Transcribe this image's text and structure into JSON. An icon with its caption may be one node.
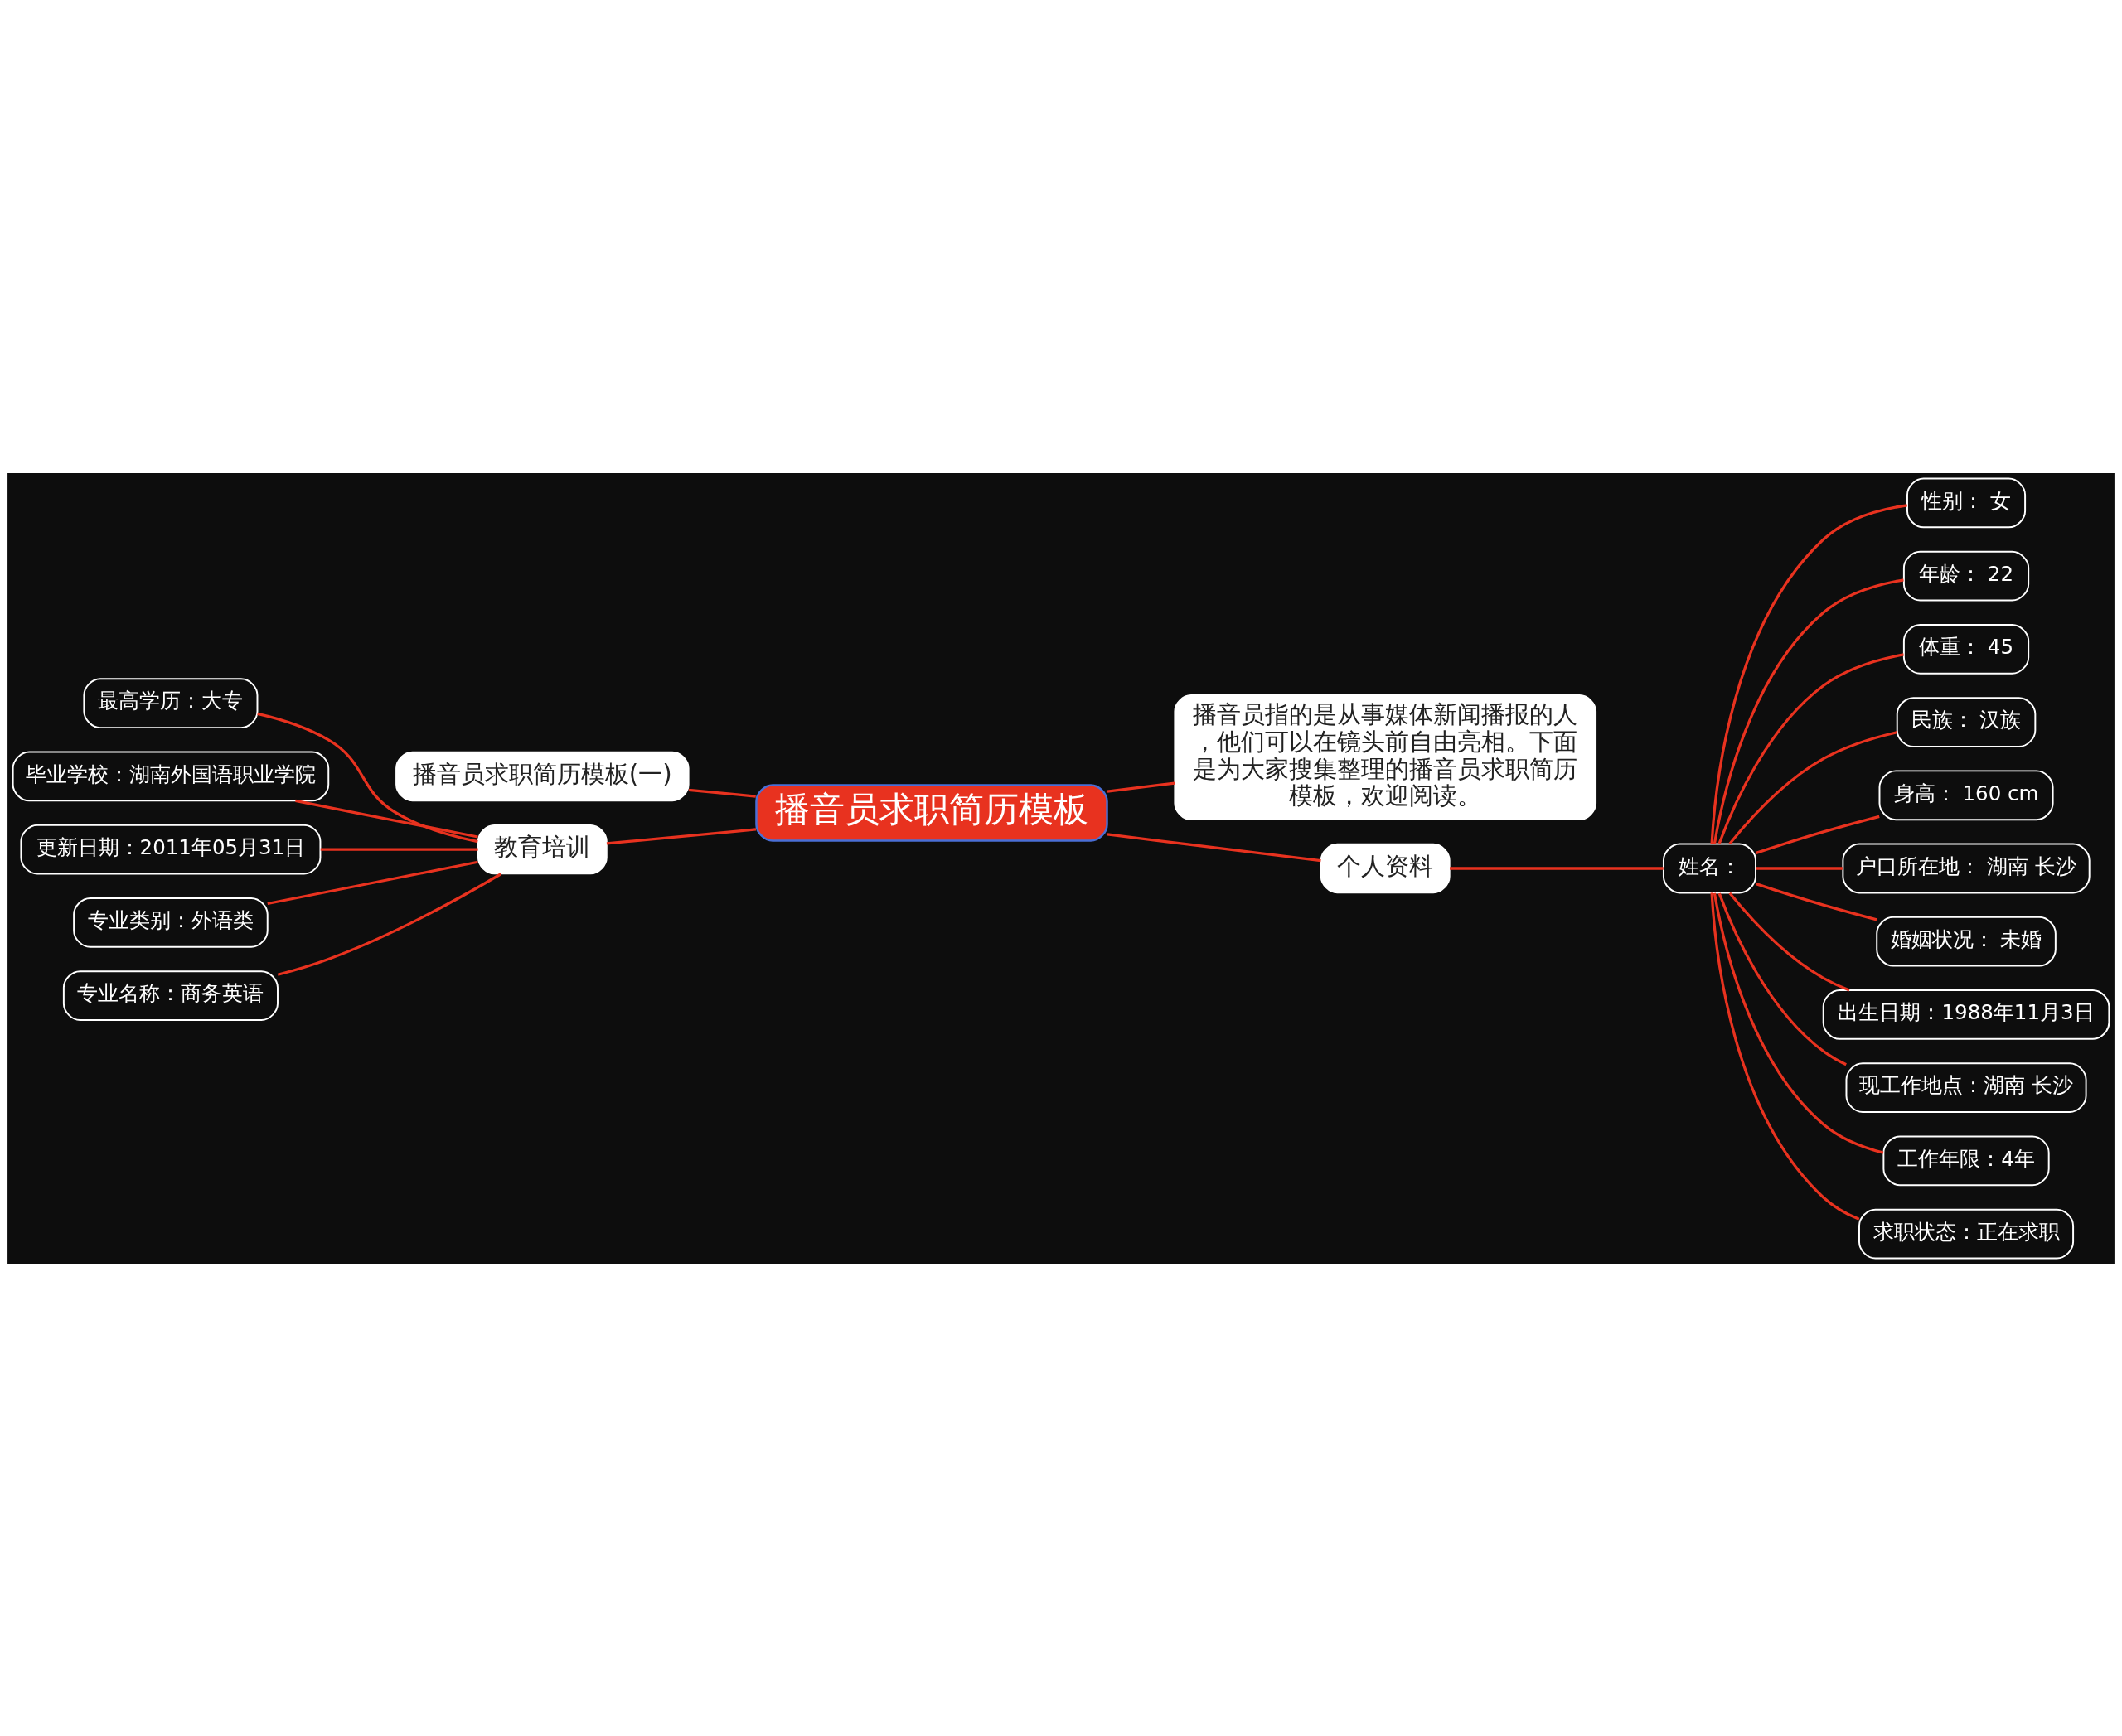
{
  "diagram": {
    "nodes": [
      {
        "text": [
          "播音员求职简历模板"
        ]
      },
      {
        "text": [
          "播音员指的是从事媒体新闻播报的人，他们可以在镜头前自由亮相。下面是为大家搜集整理的播音员求职简历模板，欢迎阅读。"
        ]
      },
      {
        "text": [
          "播音员求职简历模板(一)"
        ]
      },
      {
        "text": [
          "教育培训"
        ]
      },
      {
        "text": [
          "最高学历：大专"
        ]
      },
      {
        "text": [
          "毕业学校：湖南外国语职业学院"
        ]
      },
      {
        "text": [
          "更新日期：2011年05月31日"
        ]
      },
      {
        "text": [
          "专业类别：外语类"
        ]
      },
      {
        "text": [
          "专业名称：商务英语"
        ]
      },
      {
        "text": [
          "个人资料"
        ]
      },
      {
        "text": [
          "姓名："
        ]
      },
      {
        "text": [
          "性别： 女"
        ]
      },
      {
        "text": [
          "年龄： 22"
        ]
      },
      {
        "text": [
          "体重： 45"
        ]
      },
      {
        "text": [
          "民族： 汉族"
        ]
      },
      {
        "text": [
          "身高： 160 cm"
        ]
      },
      {
        "text": [
          "户口所在地： 湖南 长沙"
        ]
      },
      {
        "text": [
          "婚姻状况： 未婚"
        ]
      },
      {
        "text": [
          "出生日期：1988年11月3日"
        ]
      },
      {
        "text": [
          "现工作地点：湖南 长沙"
        ]
      },
      {
        "text": [
          "工作年限：4年"
        ]
      },
      {
        "text": [
          "求职状态：正在求职"
        ]
      }
    ],
    "edges": [
      {
        "from": 0,
        "to": 1,
        "arrow": "none"
      },
      {
        "from": 0,
        "to": 2,
        "arrow": "none"
      },
      {
        "from": 0,
        "to": 3,
        "arrow": "none"
      },
      {
        "from": 3,
        "to": 4,
        "arrow": "none"
      },
      {
        "from": 3,
        "to": 5,
        "arrow": "none"
      },
      {
        "from": 3,
        "to": 6,
        "arrow": "none"
      },
      {
        "from": 3,
        "to": 7,
        "arrow": "none"
      },
      {
        "from": 3,
        "to": 8,
        "arrow": "none"
      },
      {
        "from": 0,
        "to": 9,
        "arrow": "none"
      },
      {
        "from": 9,
        "to": 10,
        "arrow": "none"
      },
      {
        "from": 10,
        "to": 11,
        "arrow": "none"
      },
      {
        "from": 10,
        "to": 12,
        "arrow": "none"
      },
      {
        "from": 10,
        "to": 13,
        "arrow": "none"
      },
      {
        "from": 10,
        "to": 14,
        "arrow": "none"
      },
      {
        "from": 10,
        "to": 15,
        "arrow": "none"
      },
      {
        "from": 10,
        "to": 16,
        "arrow": "none"
      },
      {
        "from": 10,
        "to": 17,
        "arrow": "none"
      },
      {
        "from": 10,
        "to": 18,
        "arrow": "none"
      },
      {
        "from": 10,
        "to": 19,
        "arrow": "none"
      },
      {
        "from": 10,
        "to": 20,
        "arrow": "none"
      },
      {
        "from": 10,
        "to": 21,
        "arrow": "none"
      }
    ]
  }
}
